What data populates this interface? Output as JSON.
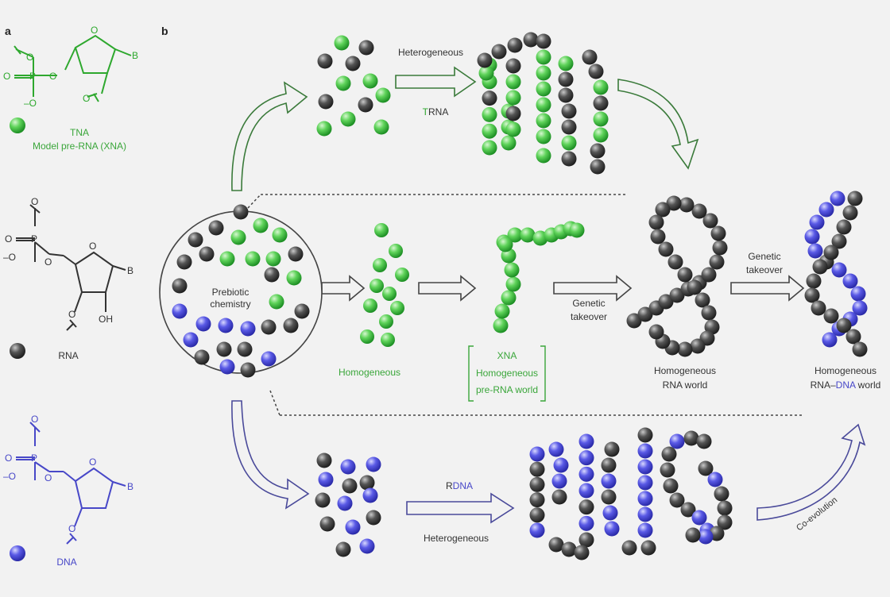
{
  "panel_labels": {
    "a": "a",
    "b": "b"
  },
  "colors": {
    "green": "#2ea82e",
    "green_text": "#3aa63a",
    "blue": "#4848c8",
    "gray_bead": "#4a4a4a",
    "text": "#333333",
    "background": "#f2f2f2"
  },
  "structures": {
    "tna": {
      "name": "TNA",
      "caption": "Model pre-RNA (XNA)",
      "atoms": {
        "o": "O",
        "p": "P",
        "base": "B",
        "om": "–O",
        "oxy": "O"
      }
    },
    "rna": {
      "name": "RNA",
      "atoms": {
        "o": "O",
        "p": "P",
        "base": "B",
        "om": "–O",
        "oh": "OH"
      }
    },
    "dna": {
      "name": "DNA",
      "atoms": {
        "o": "O",
        "p": "P",
        "base": "B",
        "om": "–O"
      }
    }
  },
  "diagram": {
    "center_label_line1": "Prebiotic",
    "center_label_line2": "chemistry",
    "top_arrow_label_top": "Heterogeneous",
    "top_arrow_label_bottom_prefix": "T",
    "top_arrow_label_bottom_suffix": "RNA",
    "homogeneous_label": "Homogeneous",
    "xna_line1": "XNA",
    "xna_line2": "Homogeneous",
    "xna_line3": "pre-RNA world",
    "genetic_takeover_1_line1": "Genetic",
    "genetic_takeover_1_line2": "takeover",
    "genetic_takeover_2_line1": "Genetic",
    "genetic_takeover_2_line2": "takeover",
    "rna_world_line1": "Homogeneous",
    "rna_world_line2": "RNA world",
    "rna_dna_world_line1": "Homogeneous",
    "rna_dna_world_part1": "RNA–",
    "rna_dna_world_part2": "DNA",
    "rna_dna_world_part3": " world",
    "bottom_arrow_label_top_prefix": "R",
    "bottom_arrow_label_top_suffix": "DNA",
    "bottom_arrow_label_bottom": "Heterogeneous",
    "coevolution_label": "Co-evolution"
  }
}
